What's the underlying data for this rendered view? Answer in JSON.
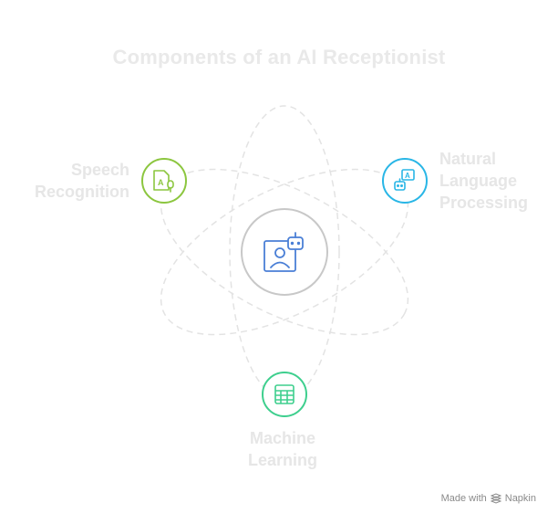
{
  "title": "Components of an AI Receptionist",
  "components": {
    "speech": {
      "label": "Speech Recognition",
      "color": "#8cc63f"
    },
    "nlp": {
      "label": "Natural Language Processing",
      "color": "#29b6e6"
    },
    "ml": {
      "label": "Machine Learning",
      "color": "#3ecf8e"
    }
  },
  "center": {
    "icon": "receptionist-robot-icon",
    "color": "#4a7fd6"
  },
  "footer": {
    "made_with": "Made with",
    "brand": "Napkin"
  }
}
